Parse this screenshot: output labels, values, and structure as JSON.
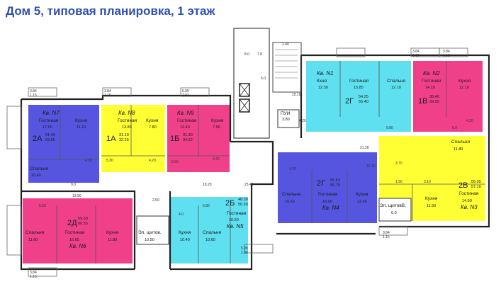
{
  "title": "Дом 5, типовая планировка, 1 этаж",
  "colors": {
    "blue": "#5555e0",
    "yellow": "#ffff33",
    "magenta": "#f0408a",
    "cyan": "#5ee0f0",
    "wall": "#222222"
  },
  "apartments": {
    "kv7": {
      "name": "Кв. N7",
      "code": "2А",
      "area_total": "51.40",
      "area_living": "53.55",
      "rooms": {
        "living": "Гостиная",
        "living_area": "17.60",
        "kitchen": "Кухня",
        "kitchen_area": "11.10",
        "bedroom": "Спальня",
        "bedroom_area": "10.40"
      }
    },
    "kv8": {
      "name": "Кв. N8",
      "code": "1А",
      "area_total": "31.10",
      "area_living": "32.25",
      "rooms": {
        "living": "Гостиная",
        "living_area": "13.80",
        "kitchen": "Кухня",
        "kitchen_area": "7.80"
      }
    },
    "kv9": {
      "name": "Кв. N9",
      "code": "1Б",
      "area_total": "31.30",
      "area_living": "34.22",
      "rooms": {
        "living": "Гостиная",
        "living_area": "13.40",
        "kitchen": "Кухня",
        "kitchen_area": "7.90"
      }
    },
    "kv1": {
      "name": "Кв. N1",
      "rooms": {
        "kitchen": "Кхня",
        "kitchen_area": "12.30"
      }
    },
    "kv1b": {
      "code": "2Г",
      "area_total": "54.25",
      "area_living": "55.40",
      "rooms": {
        "living": "Гостиная",
        "living_area": "15.85",
        "bedroom": "Спальня",
        "bedroom_area": "12.10"
      }
    },
    "kv2": {
      "name": "Кв. N2",
      "code": "1В",
      "area_total": "38.40",
      "area_living": "39.55",
      "rooms": {
        "living": "Гостиная",
        "living_area": "14.10",
        "kitchen": "Кухня",
        "kitchen_area": "12.10"
      }
    },
    "kv6": {
      "name": "Кв. N6",
      "code": "2Д",
      "area_total": "59.30",
      "area_living": "60.55",
      "rooms": {
        "bedroom": "Спальня",
        "bedroom_area": "11.60",
        "living": "Гостиная",
        "living_area": "16.65",
        "kitchen": "Кухня",
        "kitchen_area": "11.80"
      }
    },
    "kv5": {
      "name": "Кв. N5",
      "code": "2Б",
      "area_total": "48.30",
      "area_living": "50.50",
      "rooms": {
        "kitchen": "Кухня",
        "kitchen_area": "10.40",
        "bedroom": "Спальня",
        "bedroom_area": "10.60",
        "living": "Гостиная",
        "living_area": "16.50"
      }
    },
    "kv4": {
      "name": "Кв. N4",
      "code": "2Г",
      "area_total": "55.53",
      "area_living": "56.70",
      "rooms": {
        "bedroom": "Спальня",
        "bedroom_area": "10.60",
        "living": "Гостиная",
        "living_area": "16.00",
        "kitchen": "Кухня",
        "kitchen_area": "12.65"
      }
    },
    "kv3": {
      "name": "Кв. N3",
      "code": "2В",
      "area_total": "55.05",
      "area_living": "57.10",
      "rooms": {
        "bedroom": "Спальня",
        "bedroom_area": "11.80",
        "kitchen": "Кухня",
        "kitchen_area": "11.50",
        "living": "Гостиная",
        "living_area": "14.90"
      }
    }
  },
  "common": {
    "pui": "ПУИ",
    "pui_area": "3.80",
    "shield_left": "Эл. щитов.",
    "shield_left_area": "10.50",
    "shield_right": "Эл. щитовВ.",
    "shield_right_area": "6.0"
  },
  "dims": {
    "d1": "3.84",
    "d2": "1.15",
    "d3": "3.84",
    "d4": "1.15",
    "d5": "5.95",
    "d6": "2.97",
    "d7": "8.0",
    "d8": "7.8",
    "d9": "2.40",
    "d10": "5.0",
    "d11": "15.10",
    "d12": "3.84",
    "d13": "1.15",
    "d14": "3.84",
    "d15": "1.15",
    "d16": "4.20",
    "d17": "9.80",
    "d18": "8.0",
    "d19": "4.20",
    "d20": "21.20",
    "d21": "4.30",
    "d22": "5.30",
    "d23": "4.20",
    "d24": "5.60",
    "d25": "4.40",
    "d26": "9.0",
    "d27": "18.20",
    "d28": "25.40",
    "d29": "4.20",
    "d30": "12.10",
    "d31": "3.70",
    "d32": "13.50",
    "d33": "5.50",
    "d34": "2.50",
    "d35": "4.0",
    "d36": "6.80",
    "d37": "1.90",
    "d38": "3.10",
    "d39": "3.84",
    "d40": "1.15",
    "d41": "5.98",
    "d42": "2.99",
    "d43": "3.84",
    "d44": "1.15"
  }
}
